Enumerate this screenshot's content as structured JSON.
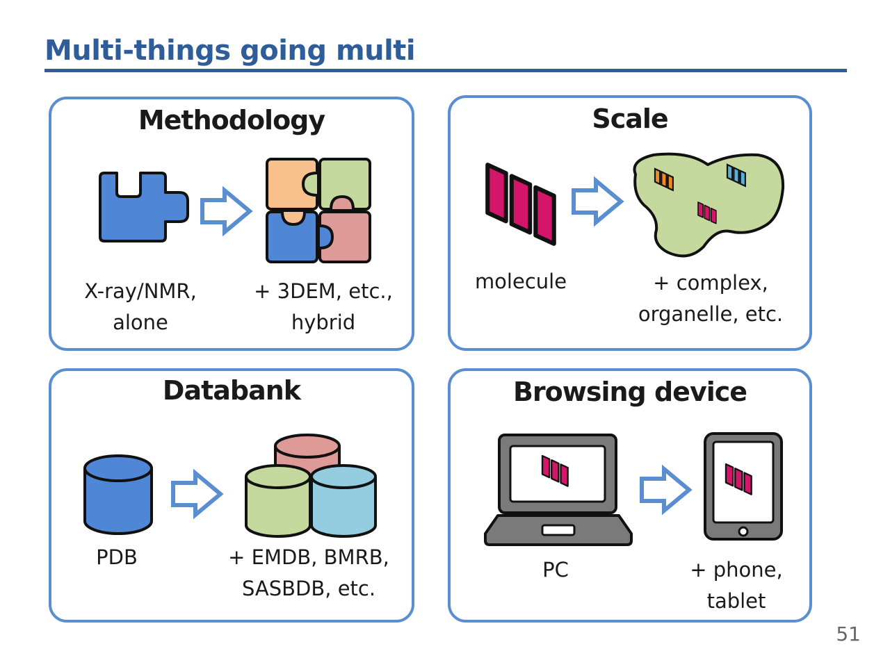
{
  "slide": {
    "title": "Multi-things going multi",
    "page_number": "51"
  },
  "colors": {
    "title": "#2f5d9a",
    "panel_border": "#5b8ed0",
    "arrow_border": "#5b8ed0",
    "blue": "#4f86d6",
    "orange": "#f7c08c",
    "green": "#c5d99e",
    "pink": "#de9a96",
    "light_blue": "#94cde0",
    "magenta": "#d4166a"
  },
  "panels": {
    "methodology": {
      "heading": "Methodology",
      "left_label": [
        "X-ray/NMR,",
        "alone"
      ],
      "right_label": [
        "+ 3DEM, etc.,",
        "hybrid"
      ],
      "icons": [
        "puzzle-piece-icon",
        "arrow-right-icon",
        "assembled-puzzle-icon"
      ]
    },
    "scale": {
      "heading": "Scale",
      "left_label": [
        "molecule"
      ],
      "right_label": [
        "+ complex,",
        "organelle, etc."
      ],
      "icons": [
        "molecule-icon",
        "arrow-right-icon",
        "organelle-icon"
      ]
    },
    "databank": {
      "heading": "Databank",
      "left_label": [
        "PDB"
      ],
      "right_label": [
        "+ EMDB, BMRB,",
        "SASBDB, etc."
      ],
      "icons": [
        "database-icon",
        "arrow-right-icon",
        "database-stack-icon"
      ]
    },
    "device": {
      "heading": "Browsing device",
      "left_label": [
        "PC"
      ],
      "right_label": [
        "+ phone,",
        "tablet"
      ],
      "icons": [
        "laptop-icon",
        "arrow-right-icon",
        "tablet-icon"
      ]
    }
  }
}
